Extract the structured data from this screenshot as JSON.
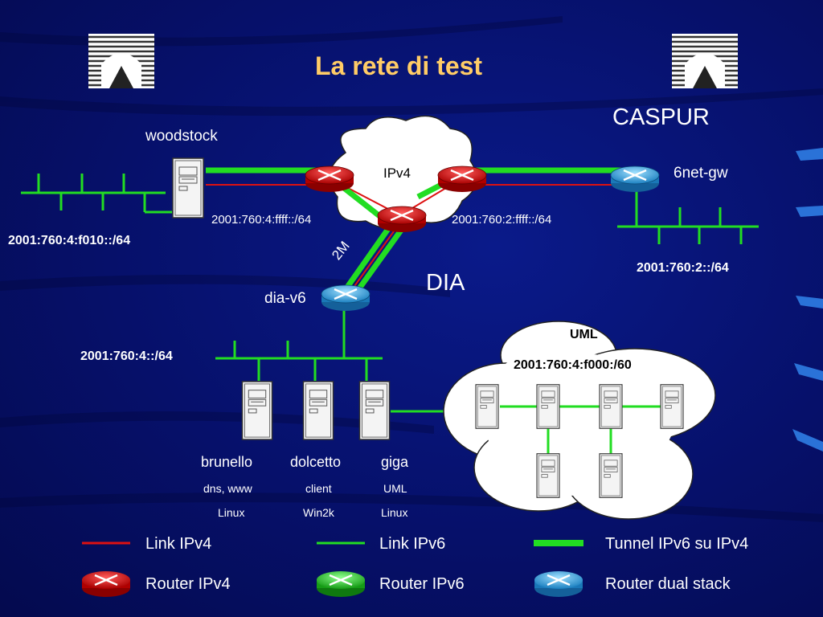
{
  "title": "La rete di test",
  "sites": {
    "caspur": "CASPUR",
    "dia": "DIA"
  },
  "nodes": {
    "woodstock": "woodstock",
    "six_net_gw": "6net-gw",
    "dia_v6": "dia-v6",
    "cloud_label": "IPv4",
    "uml_title": "UML"
  },
  "links": {
    "speed": "2M"
  },
  "addresses": {
    "woodstock_lan": "2001:760:4:f010::/64",
    "tunnel_left": "2001:760:4:ffff::/64",
    "tunnel_right": "2001:760:2:ffff::/64",
    "caspur_lan": "2001:760:2::/64",
    "dia_lan": "2001:760:4::/64",
    "uml_net": "2001:760:4:f000:/60"
  },
  "hosts": [
    {
      "name": "brunello",
      "role": "dns, www",
      "os": "Linux"
    },
    {
      "name": "dolcetto",
      "role": "client",
      "os": "Win2k"
    },
    {
      "name": "giga",
      "role": "UML",
      "os": "Linux"
    }
  ],
  "legend": {
    "link_ipv4": "Link IPv4",
    "link_ipv6": "Link IPv6",
    "tunnel": "Tunnel IPv6 su IPv4",
    "router_ipv4": "Router IPv4",
    "router_ipv6": "Router IPv6",
    "router_dual": "Router dual stack"
  },
  "colors": {
    "ipv4_link": "#dd1111",
    "ipv6_link": "#22dd22",
    "router_ipv4": "#cc1111",
    "router_ipv6": "#22bb22",
    "router_dual": "#2a9ed8",
    "title": "#ffcc66"
  },
  "icons": {
    "logo": "caspur-logo-icon",
    "server": "server-icon",
    "router": "router-icon",
    "cloud": "cloud-icon"
  }
}
